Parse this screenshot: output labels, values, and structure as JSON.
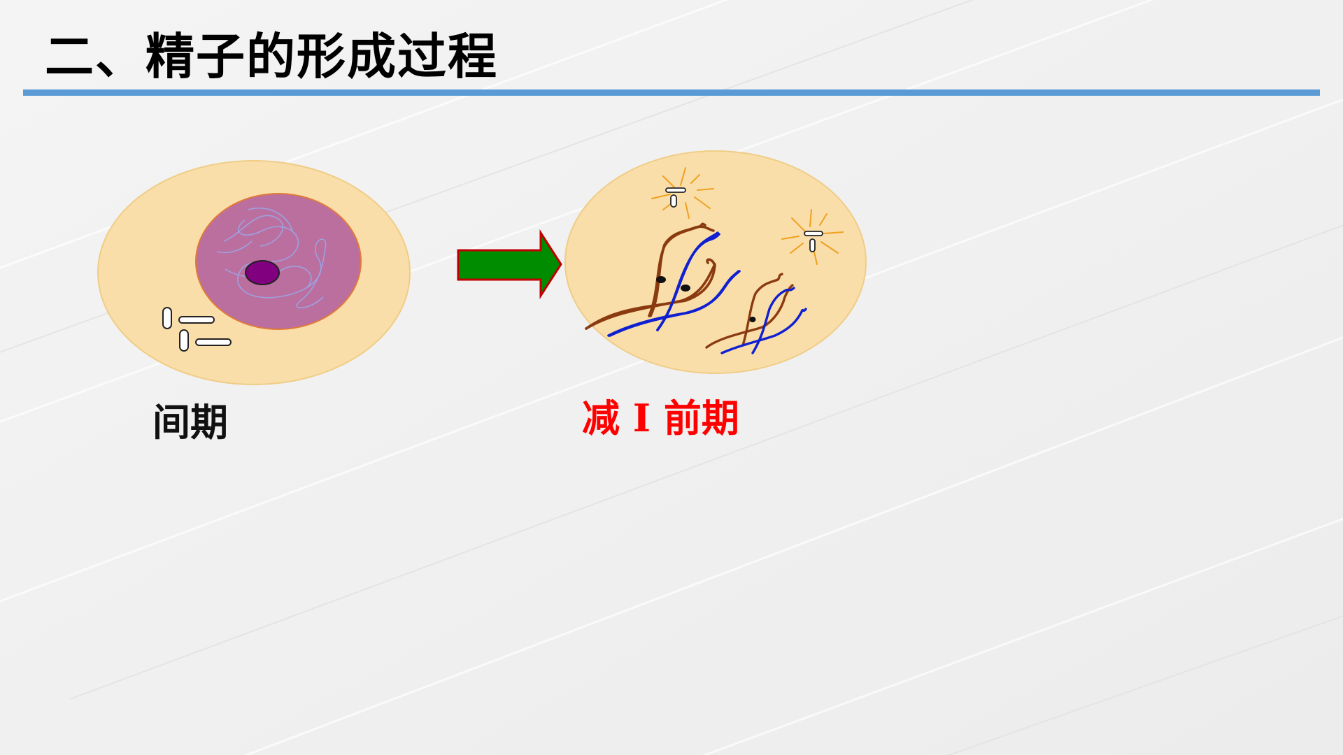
{
  "slide": {
    "title": "二、精子的形成过程"
  },
  "stages": [
    {
      "label": "间期"
    },
    {
      "label": "减 I 前期"
    }
  ],
  "colors": {
    "title_rule": "#5b9bd5",
    "cytoplasm": "#f9deaa",
    "nucleus": "#bb6f9f",
    "nucleolus": "#800080",
    "arrow_fill": "#008c00",
    "arrow_stroke": "#c00000",
    "chromosome_paternal": "#8b3a10",
    "chromosome_maternal": "#1020d0",
    "aster_rays": "#f0a020",
    "prophase_label": "#ff0000",
    "interphase_label": "#111111"
  },
  "icons": [
    "centriole-pair-icon",
    "process-arrow-icon"
  ]
}
